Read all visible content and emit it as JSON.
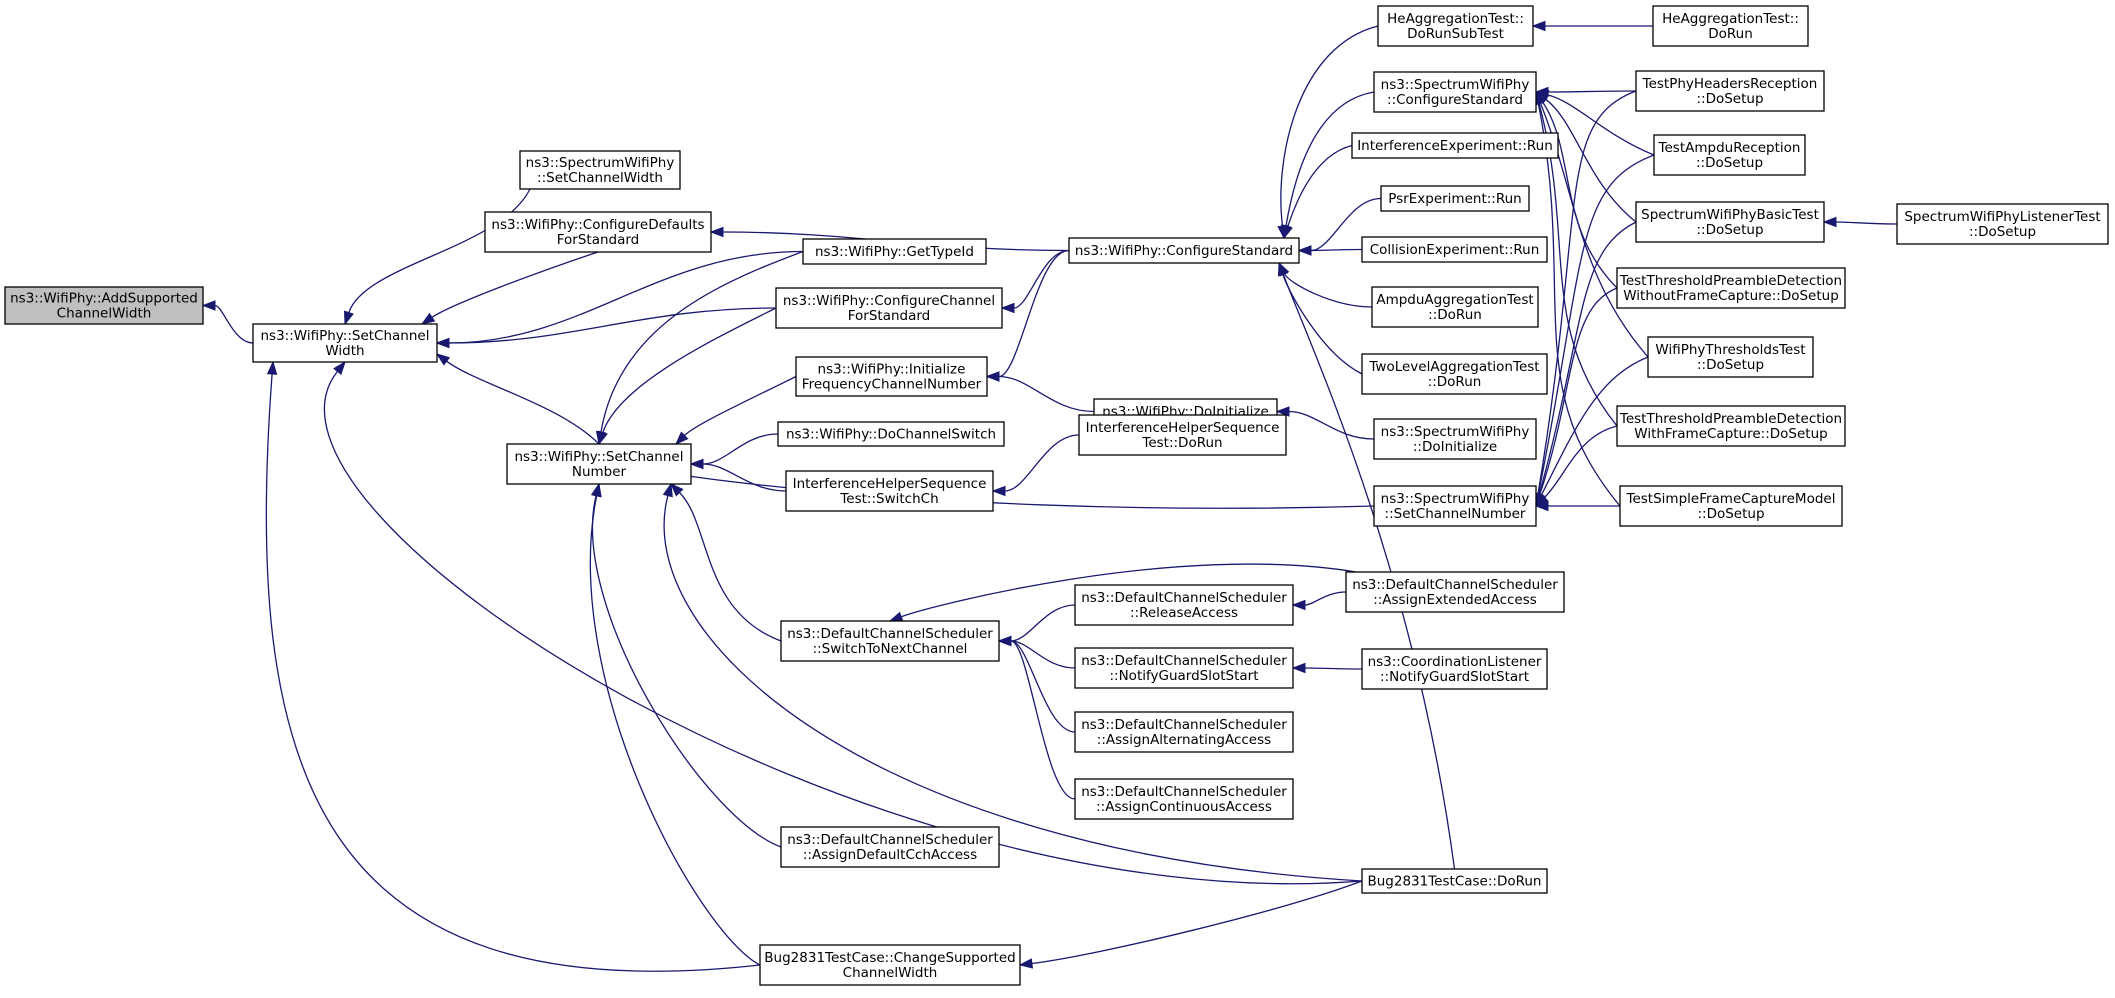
{
  "diagram": {
    "type": "caller-graph",
    "colors": {
      "edge": "#191970",
      "node_border": "#000000",
      "root_fill": "#bfbfbf",
      "node_fill": "#ffffff"
    },
    "nodes": [
      {
        "id": "addSupportedChannelWidth",
        "lines": [
          "ns3::WifiPhy::AddSupported",
          "ChannelWidth"
        ],
        "root": true
      },
      {
        "id": "setChannelWidth",
        "lines": [
          "ns3::WifiPhy::SetChannel",
          "Width"
        ]
      },
      {
        "id": "spectrumSetChannelWidth",
        "lines": [
          "ns3::SpectrumWifiPhy",
          "::SetChannelWidth"
        ]
      },
      {
        "id": "configureDefaultsForStandard",
        "lines": [
          "ns3::WifiPhy::ConfigureDefaults",
          "ForStandard"
        ]
      },
      {
        "id": "setChannelNumber",
        "lines": [
          "ns3::WifiPhy::SetChannel",
          "Number"
        ]
      },
      {
        "id": "getTypeId",
        "lines": [
          "ns3::WifiPhy::GetTypeId"
        ]
      },
      {
        "id": "configureChannelForStandard",
        "lines": [
          "ns3::WifiPhy::ConfigureChannel",
          "ForStandard"
        ]
      },
      {
        "id": "initializeFrequencyChannelNumber",
        "lines": [
          "ns3::WifiPhy::Initialize",
          "FrequencyChannelNumber"
        ]
      },
      {
        "id": "doChannelSwitch",
        "lines": [
          "ns3::WifiPhy::DoChannelSwitch"
        ]
      },
      {
        "id": "interferenceSwitchCh",
        "lines": [
          "InterferenceHelperSequence",
          "Test::SwitchCh"
        ]
      },
      {
        "id": "switchToNextChannel",
        "lines": [
          "ns3::DefaultChannelScheduler",
          "::SwitchToNextChannel"
        ]
      },
      {
        "id": "assignDefaultCchAccess",
        "lines": [
          "ns3::DefaultChannelScheduler",
          "::AssignDefaultCchAccess"
        ]
      },
      {
        "id": "bugChangeSupported",
        "lines": [
          "Bug2831TestCase::ChangeSupported",
          "ChannelWidth"
        ]
      },
      {
        "id": "wifiPhyConfigureStandard",
        "lines": [
          "ns3::WifiPhy::ConfigureStandard"
        ]
      },
      {
        "id": "wifiPhyDoInitialize",
        "lines": [
          "ns3::WifiPhy::DoInitialize"
        ]
      },
      {
        "id": "interferenceDoRun",
        "lines": [
          "InterferenceHelperSequence",
          "Test::DoRun"
        ]
      },
      {
        "id": "releaseAccess",
        "lines": [
          "ns3::DefaultChannelScheduler",
          "::ReleaseAccess"
        ]
      },
      {
        "id": "notifyGuardSlotStart",
        "lines": [
          "ns3::DefaultChannelScheduler",
          "::NotifyGuardSlotStart"
        ]
      },
      {
        "id": "assignAlternatingAccess",
        "lines": [
          "ns3::DefaultChannelScheduler",
          "::AssignAlternatingAccess"
        ]
      },
      {
        "id": "assignContinuousAccess",
        "lines": [
          "ns3::DefaultChannelScheduler",
          "::AssignContinuousAccess"
        ]
      },
      {
        "id": "heDoRunSubTest",
        "lines": [
          "HeAggregationTest::",
          "DoRunSubTest"
        ]
      },
      {
        "id": "spectrumConfigureStandard",
        "lines": [
          "ns3::SpectrumWifiPhy",
          "::ConfigureStandard"
        ]
      },
      {
        "id": "interferenceExperimentRun",
        "lines": [
          "InterferenceExperiment::Run"
        ]
      },
      {
        "id": "psrExperimentRun",
        "lines": [
          "PsrExperiment::Run"
        ]
      },
      {
        "id": "collisionExperimentRun",
        "lines": [
          "CollisionExperiment::Run"
        ]
      },
      {
        "id": "ampduAggregationDoRun",
        "lines": [
          "AmpduAggregationTest",
          "::DoRun"
        ]
      },
      {
        "id": "twoLevelAggregationDoRun",
        "lines": [
          "TwoLevelAggregationTest",
          "::DoRun"
        ]
      },
      {
        "id": "spectrumDoInitialize",
        "lines": [
          "ns3::SpectrumWifiPhy",
          "::DoInitialize"
        ]
      },
      {
        "id": "spectrumSetChannelNumber",
        "lines": [
          "ns3::SpectrumWifiPhy",
          "::SetChannelNumber"
        ]
      },
      {
        "id": "assignExtendedAccess",
        "lines": [
          "ns3::DefaultChannelScheduler",
          "::AssignExtendedAccess"
        ]
      },
      {
        "id": "coordinationNotifyGuardSlotStart",
        "lines": [
          "ns3::CoordinationListener",
          "::NotifyGuardSlotStart"
        ]
      },
      {
        "id": "bugDoRun",
        "lines": [
          "Bug2831TestCase::DoRun"
        ]
      },
      {
        "id": "heDoRun",
        "lines": [
          "HeAggregationTest::",
          "DoRun"
        ]
      },
      {
        "id": "testPhyHeadersReception",
        "lines": [
          "TestPhyHeadersReception",
          "::DoSetup"
        ]
      },
      {
        "id": "testAmpduReception",
        "lines": [
          "TestAmpduReception",
          "::DoSetup"
        ]
      },
      {
        "id": "spectrumBasicTest",
        "lines": [
          "SpectrumWifiPhyBasicTest",
          "::DoSetup"
        ]
      },
      {
        "id": "thresholdWithoutFrameCapture",
        "lines": [
          "TestThresholdPreambleDetection",
          "WithoutFrameCapture::DoSetup"
        ]
      },
      {
        "id": "wifiPhyThresholdsTest",
        "lines": [
          "WifiPhyThresholdsTest",
          "::DoSetup"
        ]
      },
      {
        "id": "thresholdWithFrameCapture",
        "lines": [
          "TestThresholdPreambleDetection",
          "WithFrameCapture::DoSetup"
        ]
      },
      {
        "id": "simpleFrameCaptureModel",
        "lines": [
          "TestSimpleFrameCaptureModel",
          "::DoSetup"
        ]
      },
      {
        "id": "spectrumListenerTest",
        "lines": [
          "SpectrumWifiPhyListenerTest",
          "::DoSetup"
        ]
      }
    ],
    "edges": [
      {
        "from": "setChannelWidth",
        "to": "addSupportedChannelWidth"
      },
      {
        "from": "spectrumSetChannelWidth",
        "to": "setChannelWidth"
      },
      {
        "from": "configureDefaultsForStandard",
        "to": "setChannelWidth"
      },
      {
        "from": "getTypeId",
        "to": "setChannelWidth"
      },
      {
        "from": "configureChannelForStandard",
        "to": "setChannelWidth"
      },
      {
        "from": "setChannelNumber",
        "to": "setChannelWidth"
      },
      {
        "from": "bugDoRun",
        "to": "setChannelWidth"
      },
      {
        "from": "bugChangeSupported",
        "to": "setChannelWidth"
      },
      {
        "from": "wifiPhyConfigureStandard",
        "to": "configureDefaultsForStandard"
      },
      {
        "from": "getTypeId",
        "to": "setChannelNumber"
      },
      {
        "from": "configureChannelForStandard",
        "to": "setChannelNumber"
      },
      {
        "from": "initializeFrequencyChannelNumber",
        "to": "setChannelNumber"
      },
      {
        "from": "doChannelSwitch",
        "to": "setChannelNumber"
      },
      {
        "from": "interferenceSwitchCh",
        "to": "setChannelNumber"
      },
      {
        "from": "spectrumSetChannelNumber",
        "to": "setChannelNumber"
      },
      {
        "from": "switchToNextChannel",
        "to": "setChannelNumber"
      },
      {
        "from": "assignDefaultCchAccess",
        "to": "setChannelNumber"
      },
      {
        "from": "bugDoRun",
        "to": "setChannelNumber"
      },
      {
        "from": "bugChangeSupported",
        "to": "setChannelNumber"
      },
      {
        "from": "wifiPhyConfigureStandard",
        "to": "configureChannelForStandard"
      },
      {
        "from": "wifiPhyConfigureStandard",
        "to": "initializeFrequencyChannelNumber"
      },
      {
        "from": "wifiPhyDoInitialize",
        "to": "initializeFrequencyChannelNumber"
      },
      {
        "from": "interferenceDoRun",
        "to": "interferenceSwitchCh"
      },
      {
        "from": "releaseAccess",
        "to": "switchToNextChannel"
      },
      {
        "from": "notifyGuardSlotStart",
        "to": "switchToNextChannel"
      },
      {
        "from": "assignAlternatingAccess",
        "to": "switchToNextChannel"
      },
      {
        "from": "assignContinuousAccess",
        "to": "switchToNextChannel"
      },
      {
        "from": "assignExtendedAccess",
        "to": "switchToNextChannel"
      },
      {
        "from": "bugDoRun",
        "to": "bugChangeSupported"
      },
      {
        "from": "heDoRunSubTest",
        "to": "wifiPhyConfigureStandard"
      },
      {
        "from": "spectrumConfigureStandard",
        "to": "wifiPhyConfigureStandard"
      },
      {
        "from": "interferenceExperimentRun",
        "to": "wifiPhyConfigureStandard"
      },
      {
        "from": "psrExperimentRun",
        "to": "wifiPhyConfigureStandard"
      },
      {
        "from": "collisionExperimentRun",
        "to": "wifiPhyConfigureStandard"
      },
      {
        "from": "ampduAggregationDoRun",
        "to": "wifiPhyConfigureStandard"
      },
      {
        "from": "twoLevelAggregationDoRun",
        "to": "wifiPhyConfigureStandard"
      },
      {
        "from": "bugDoRun",
        "to": "wifiPhyConfigureStandard"
      },
      {
        "from": "spectrumDoInitialize",
        "to": "wifiPhyDoInitialize"
      },
      {
        "from": "assignExtendedAccess",
        "to": "releaseAccess"
      },
      {
        "from": "coordinationNotifyGuardSlotStart",
        "to": "notifyGuardSlotStart"
      },
      {
        "from": "heDoRun",
        "to": "heDoRunSubTest"
      },
      {
        "from": "testPhyHeadersReception",
        "to": "spectrumConfigureStandard"
      },
      {
        "from": "testAmpduReception",
        "to": "spectrumConfigureStandard"
      },
      {
        "from": "spectrumBasicTest",
        "to": "spectrumConfigureStandard"
      },
      {
        "from": "thresholdWithoutFrameCapture",
        "to": "spectrumConfigureStandard"
      },
      {
        "from": "wifiPhyThresholdsTest",
        "to": "spectrumConfigureStandard"
      },
      {
        "from": "thresholdWithFrameCapture",
        "to": "spectrumConfigureStandard"
      },
      {
        "from": "simpleFrameCaptureModel",
        "to": "spectrumConfigureStandard"
      },
      {
        "from": "testPhyHeadersReception",
        "to": "spectrumSetChannelNumber"
      },
      {
        "from": "testAmpduReception",
        "to": "spectrumSetChannelNumber"
      },
      {
        "from": "spectrumBasicTest",
        "to": "spectrumSetChannelNumber"
      },
      {
        "from": "thresholdWithoutFrameCapture",
        "to": "spectrumSetChannelNumber"
      },
      {
        "from": "wifiPhyThresholdsTest",
        "to": "spectrumSetChannelNumber"
      },
      {
        "from": "thresholdWithFrameCapture",
        "to": "spectrumSetChannelNumber"
      },
      {
        "from": "simpleFrameCaptureModel",
        "to": "spectrumSetChannelNumber"
      },
      {
        "from": "spectrumListenerTest",
        "to": "spectrumBasicTest"
      }
    ]
  }
}
